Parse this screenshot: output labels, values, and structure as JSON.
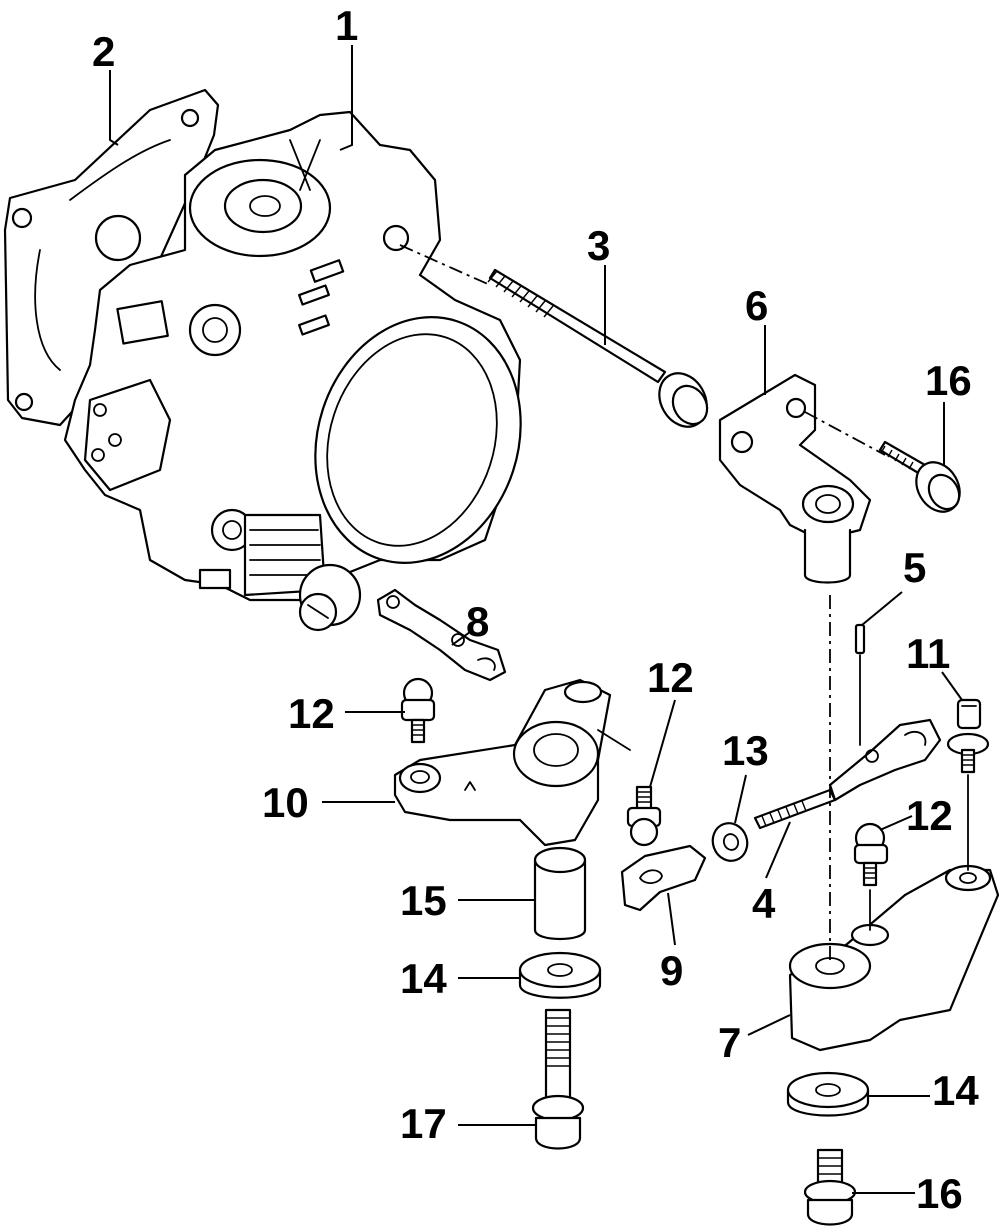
{
  "callouts": [
    {
      "id": "c1",
      "text": "1"
    },
    {
      "id": "c2",
      "text": "2"
    },
    {
      "id": "c3",
      "text": "3"
    },
    {
      "id": "c4",
      "text": "4"
    },
    {
      "id": "c5",
      "text": "5"
    },
    {
      "id": "c6",
      "text": "6"
    },
    {
      "id": "c7",
      "text": "7"
    },
    {
      "id": "c8",
      "text": "8"
    },
    {
      "id": "c9",
      "text": "9"
    },
    {
      "id": "c10",
      "text": "10"
    },
    {
      "id": "c11",
      "text": "11"
    },
    {
      "id": "c12a",
      "text": "12"
    },
    {
      "id": "c12b",
      "text": "12"
    },
    {
      "id": "c12c",
      "text": "12"
    },
    {
      "id": "c13",
      "text": "13"
    },
    {
      "id": "c14a",
      "text": "14"
    },
    {
      "id": "c14b",
      "text": "14"
    },
    {
      "id": "c15",
      "text": "15"
    },
    {
      "id": "c16a",
      "text": "16"
    },
    {
      "id": "c16b",
      "text": "16"
    },
    {
      "id": "c17",
      "text": "17"
    }
  ]
}
